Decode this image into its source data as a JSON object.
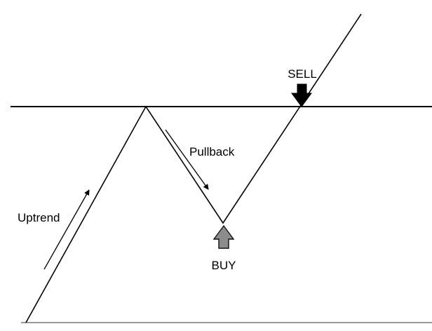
{
  "labels": {
    "sell": "SELL",
    "pullback": "Pullback",
    "uptrend": "Uptrend",
    "buy": "BUY"
  },
  "colors": {
    "line": "#000000",
    "baseline": "#9a9a9a",
    "sell_arrow": "#000000",
    "buy_arrow": "#8c8c8c",
    "buy_arrow_stroke": "#111111"
  },
  "icons": {
    "sell_marker": "down-arrow-icon",
    "buy_marker": "up-arrow-icon"
  }
}
